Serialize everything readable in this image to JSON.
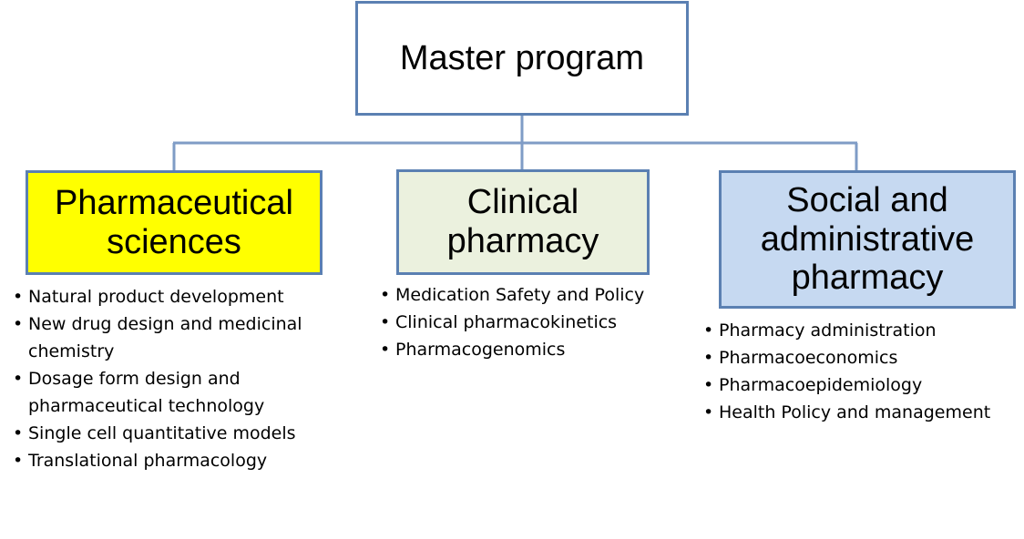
{
  "root": {
    "title": "Master program"
  },
  "branches": [
    {
      "title_lines": [
        "Pharmaceutical",
        "sciences"
      ],
      "fill": "#ffff00",
      "items": [
        "Natural product development",
        "New drug design and medicinal chemistry",
        "Dosage form design and pharmaceutical technology",
        "Single cell quantitative models",
        "Translational pharmacology"
      ]
    },
    {
      "title_lines": [
        "Clinical",
        "pharmacy"
      ],
      "fill": "#ebf1de",
      "items": [
        "Medication Safety and Policy",
        "Clinical pharmacokinetics",
        "Pharmacogenomics"
      ]
    },
    {
      "title_lines": [
        "Social and",
        "administrative",
        "pharmacy"
      ],
      "fill": "#c6d9f1",
      "items": [
        "Pharmacy administration",
        "Pharmacoeconomics",
        "Pharmacoepidemiology",
        "Health Policy and management"
      ]
    }
  ],
  "colors": {
    "border": "#5b80b2",
    "connector": "#7f9cc6"
  }
}
